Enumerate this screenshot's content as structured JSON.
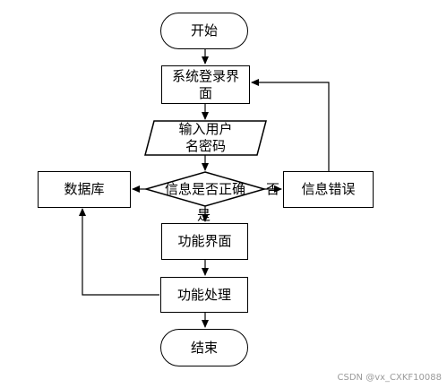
{
  "nodes": {
    "start": "开始",
    "login_ui": {
      "line1": "系统登录界",
      "line2": "面"
    },
    "input_cred": {
      "line1": "输入用户",
      "line2": "名密码"
    },
    "check": "信息是否正确",
    "database": "数据库",
    "error": "信息错误",
    "func_ui": "功能界面",
    "func_proc": "功能处理",
    "end": "结束"
  },
  "edge_labels": {
    "no": "否",
    "yes": "是"
  },
  "watermark": "CSDN @vx_CXKF10088"
}
